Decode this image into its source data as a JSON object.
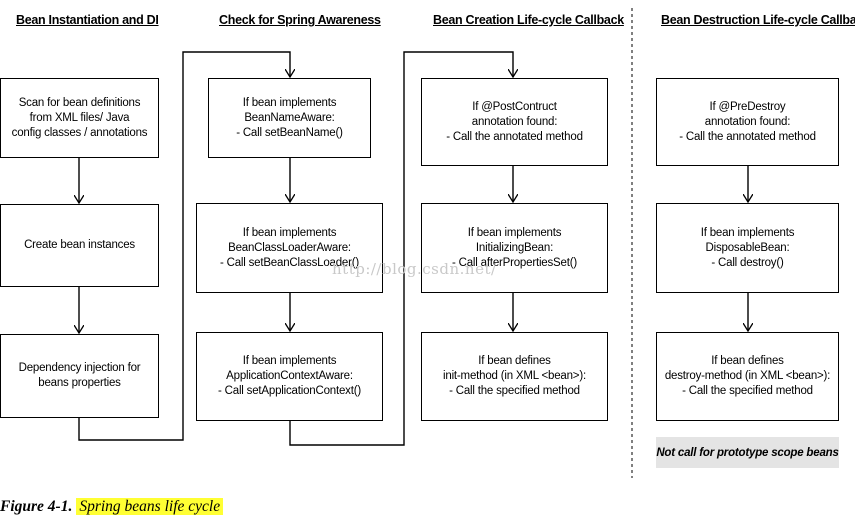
{
  "headers": {
    "col1": "Bean Instantiation and DI",
    "col2": "Check for Spring Awareness",
    "col3": "Bean Creation Life-cycle Callback",
    "col4": "Bean Destruction Life-cycle Callback"
  },
  "boxes": {
    "scan": [
      "Scan for bean definitions",
      "from XML files/ Java",
      "config classes / annotations"
    ],
    "create": [
      "Create bean instances"
    ],
    "di": [
      "Dependency injection for",
      "beans properties"
    ],
    "bean_name_aware": [
      "If bean implements",
      "BeanNameAware:",
      "- Call setBeanName()"
    ],
    "bean_classloader_aware": [
      "If  bean implements",
      "BeanClassLoaderAware:",
      "- Call setBeanClassLoader()"
    ],
    "app_context_aware": [
      "If bean implements",
      "ApplicationContextAware:",
      "- Call setApplicationContext()"
    ],
    "post_construct": [
      "If @PostContruct",
      "annotation found:",
      "- Call the annotated method"
    ],
    "initializing_bean": [
      "If  bean implements",
      "InitializingBean:",
      "- Call afterPropertiesSet()"
    ],
    "init_method": [
      "If bean defines",
      "init-method (in XML <bean>):",
      "- Call the specified method"
    ],
    "pre_destroy": [
      "If @PreDestroy",
      "annotation found:",
      "- Call the annotated method"
    ],
    "disposable_bean": [
      "If  bean implements",
      "DisposableBean:",
      "- Call destroy()"
    ],
    "destroy_method": [
      "If bean defines",
      "destroy-method (in XML <bean>):",
      "- Call the specified method"
    ]
  },
  "note": "Not call for prototype scope beans",
  "watermark": "http://blog.csdn.net/",
  "caption": {
    "figure_label": "Figure 4-1.",
    "title": "Spring beans life cycle"
  }
}
